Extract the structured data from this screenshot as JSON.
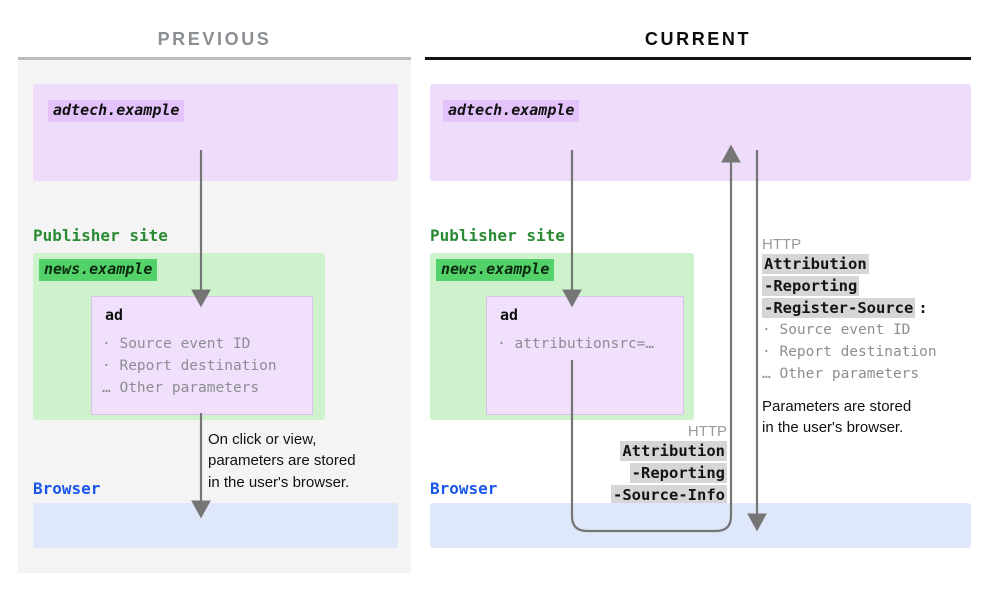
{
  "columns": {
    "previous": {
      "title": "PREVIOUS",
      "adtech": {
        "label": "adtech.example"
      },
      "publisher": {
        "heading": "Publisher site",
        "label": "news.example"
      },
      "ad": {
        "title": "ad",
        "params": "· Source event ID\n· Report destination\n… Other parameters"
      },
      "note": "On click or view,\nparameters are stored\nin the user's browser.",
      "browser": {
        "heading": "Browser"
      }
    },
    "current": {
      "title": "CURRENT",
      "adtech": {
        "label": "adtech.example"
      },
      "publisher": {
        "heading": "Publisher site",
        "label": "news.example"
      },
      "ad": {
        "title": "ad",
        "params": "· attributionsrc=…"
      },
      "http_source_info": {
        "kicker": "HTTP",
        "line1": "Attribution",
        "line2": "-Reporting",
        "line3": "-Source-Info"
      },
      "http_register_source": {
        "kicker": "HTTP",
        "line1": "Attribution",
        "line2": "-Reporting",
        "line3": "-Register-Source",
        "colon": ":",
        "params": "· Source event ID\n· Report destination\n… Other parameters"
      },
      "note": "Parameters are stored\nin the user's browser.",
      "browser": {
        "heading": "Browser"
      }
    }
  },
  "colors": {
    "panel_previous_bg": "#f4f4f4",
    "adtech_zone": "#eedcfa",
    "adtech_label": "#e3c3fa",
    "publisher_zone": "#cef3cc",
    "publisher_label": "#52d268",
    "publisher_heading": "#2a8b34",
    "browser_zone": "#dfe7fb",
    "browser_heading": "#1a57e8",
    "ad_card": "#f0e0fb",
    "arrow": "#757575",
    "chip": "#d6d6d6",
    "muted_text": "#8d8d93",
    "title_previous": "#8a8f94",
    "title_current": "#0c0c0c"
  },
  "icons": {
    "arrow_down": "arrow-down-icon",
    "arrow_up": "arrow-up-icon",
    "u_turn": "u-turn-connector-icon"
  }
}
